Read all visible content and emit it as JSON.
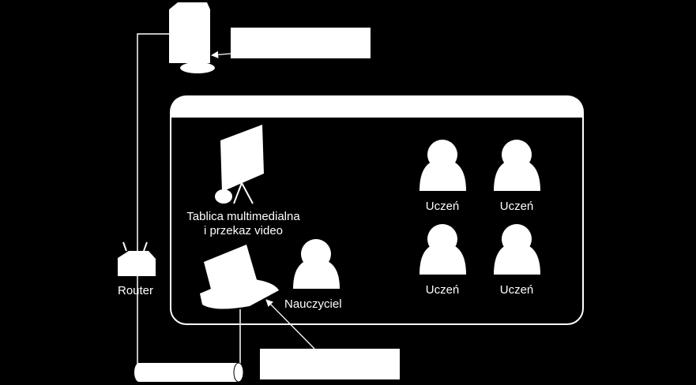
{
  "diagram": {
    "board_label_line1": "Tablica multimedialna",
    "board_label_line2": "i przekaz video",
    "router_label": "Router",
    "teacher_label": "Nauczyciel",
    "students": [
      "Uczeń",
      "Uczeń",
      "Uczeń",
      "Uczeń"
    ],
    "server_callout_text": "",
    "laptop_callout_text": "",
    "classroom_title": ""
  },
  "colors": {
    "background": "#000000",
    "foreground": "#ffffff"
  }
}
